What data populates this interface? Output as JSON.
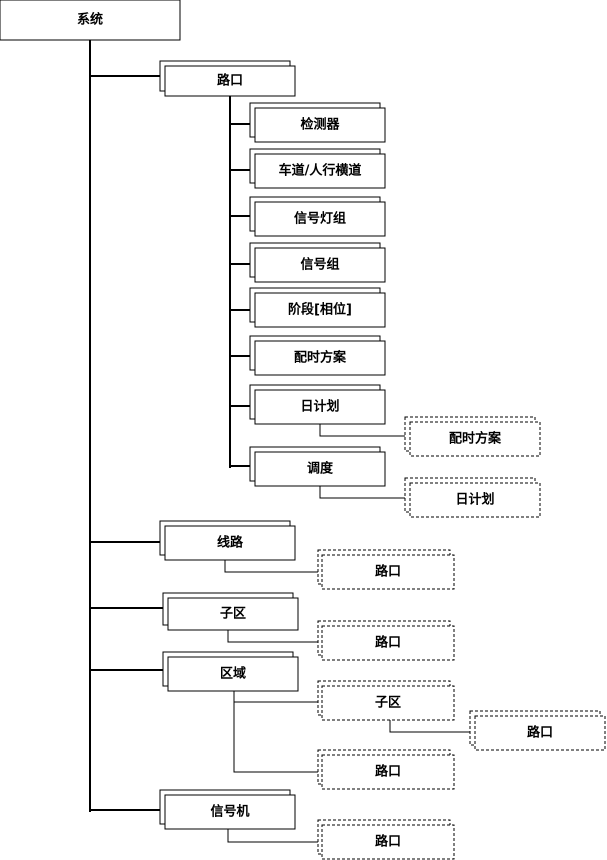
{
  "diagram": {
    "root": {
      "label": "系统"
    },
    "nodes": [
      {
        "id": "intersection",
        "label": "路口",
        "style": "solid"
      },
      {
        "id": "detector",
        "label": "检测器",
        "style": "solid"
      },
      {
        "id": "lane",
        "label": "车道/人行横道",
        "style": "solid"
      },
      {
        "id": "signal-light-group",
        "label": "信号灯组",
        "style": "solid"
      },
      {
        "id": "signal-group",
        "label": "信号组",
        "style": "solid"
      },
      {
        "id": "phase",
        "label": "阶段[相位]",
        "style": "solid"
      },
      {
        "id": "timing-plan",
        "label": "配时方案",
        "style": "solid"
      },
      {
        "id": "day-plan",
        "label": "日计划",
        "style": "solid"
      },
      {
        "id": "day-plan-ref-timing",
        "label": "配时方案",
        "style": "dashed"
      },
      {
        "id": "schedule",
        "label": "调度",
        "style": "solid"
      },
      {
        "id": "schedule-ref-day-plan",
        "label": "日计划",
        "style": "dashed"
      },
      {
        "id": "route",
        "label": "线路",
        "style": "solid"
      },
      {
        "id": "route-ref-intersection",
        "label": "路口",
        "style": "dashed"
      },
      {
        "id": "subarea",
        "label": "子区",
        "style": "solid"
      },
      {
        "id": "subarea-ref-intersection",
        "label": "路口",
        "style": "dashed"
      },
      {
        "id": "region",
        "label": "区域",
        "style": "solid"
      },
      {
        "id": "region-ref-subarea",
        "label": "子区",
        "style": "dashed"
      },
      {
        "id": "region-ref-subarea-intersection",
        "label": "路口",
        "style": "dashed"
      },
      {
        "id": "region-ref-intersection",
        "label": "路口",
        "style": "dashed"
      },
      {
        "id": "controller",
        "label": "信号机",
        "style": "solid"
      },
      {
        "id": "controller-ref-intersection",
        "label": "路口",
        "style": "dashed"
      }
    ]
  }
}
